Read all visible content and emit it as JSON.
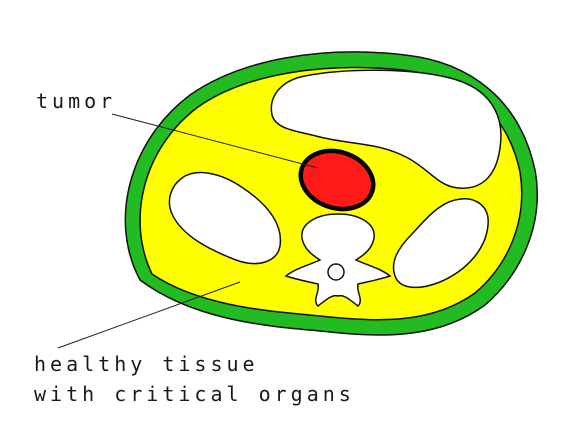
{
  "diagram": {
    "labels": {
      "tumor": "tumor",
      "healthy_line1": "healthy tissue",
      "healthy_line2": "with critical organs"
    },
    "colors": {
      "body_outline": "#22bb22",
      "tissue_fill": "#ffff00",
      "tumor_fill": "#ff1a1a",
      "cavity_fill": "#ffffff",
      "outline_stroke": "#111111"
    }
  }
}
